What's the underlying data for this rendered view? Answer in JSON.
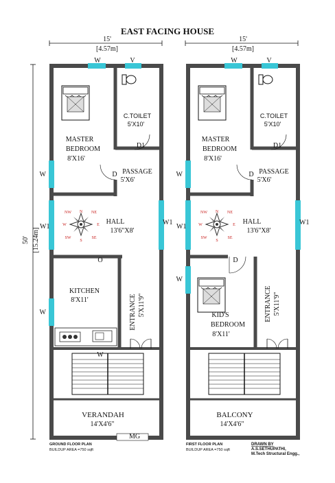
{
  "title": "EAST FACING HOUSE",
  "dim_top": {
    "ft": "15'",
    "m": "[4.57m]"
  },
  "dim_side": {
    "ft": "50'",
    "m": "[15.24m]"
  },
  "ground": {
    "windows": {
      "w_top": "W",
      "v_top": "V",
      "w_bed": "W",
      "w1_left": "W1",
      "w1_right": "W1",
      "w_kitchen": "W",
      "w_stair": "W"
    },
    "master_bedroom": {
      "name1": "MASTER",
      "name2": "BEDROOM",
      "size": "8'X16'"
    },
    "toilet": {
      "name": "C.TOILET",
      "size": "5'X10'"
    },
    "d1": "D1",
    "d": "D",
    "passage": {
      "name": "PASSAGE",
      "size": "5'X6'"
    },
    "hall": {
      "name": "HALL",
      "size": "13'6\"X8'"
    },
    "kitchen": {
      "name": "KITCHEN",
      "size": "8'X11'"
    },
    "o": "O",
    "entrance": {
      "name": "ENTRANCE",
      "size": "5'X11'9\""
    },
    "verandah": {
      "name": "VERANDAH",
      "size": "14'X4'6\""
    },
    "mg": "MG",
    "caption1": "GROUND FLOOR PLAN",
    "caption2": "BUILDUP AREA =750 sqft"
  },
  "first": {
    "windows": {
      "w_top": "W",
      "v_top": "V",
      "w_bed": "W",
      "w1_left": "W1",
      "w1_right": "W1",
      "w_kid": "W"
    },
    "master_bedroom": {
      "name1": "MASTER",
      "name2": "BEDROOM",
      "size": "8'X16'"
    },
    "toilet": {
      "name": "C.TOILET",
      "size": "5'X10'"
    },
    "d1": "D1",
    "d": "D",
    "d_kid": "D",
    "passage": {
      "name": "PASSAGE",
      "size": "5'X6'"
    },
    "hall": {
      "name": "HALL",
      "size": "13'6\"X8'"
    },
    "kids_bedroom": {
      "name1": "KID'S",
      "name2": "BEDROOM",
      "size": "8'X11'"
    },
    "entrance": {
      "name": "ENTRANCE",
      "size": "5'X11'9\""
    },
    "balcony": {
      "name": "BALCONY",
      "size": "14'X4'6\""
    },
    "caption1": "FIRST FLOOR PLAN",
    "caption2": "BUILDUP AREA =750 sqft"
  },
  "drawn_by": {
    "label": "DRAWN BY",
    "name": "A.S.SETHUPATHI,",
    "qual": "M.Tech Structural Engg.,"
  },
  "compass": {
    "n": "N",
    "ne": "NE",
    "e": "E",
    "se": "SE",
    "s": "S",
    "sw": "SW",
    "w": "W",
    "nw": "NW"
  },
  "colors": {
    "wall": "#4a4a4a",
    "window": "#39c6d6",
    "compass_red": "#c8201e",
    "line": "#111111"
  }
}
